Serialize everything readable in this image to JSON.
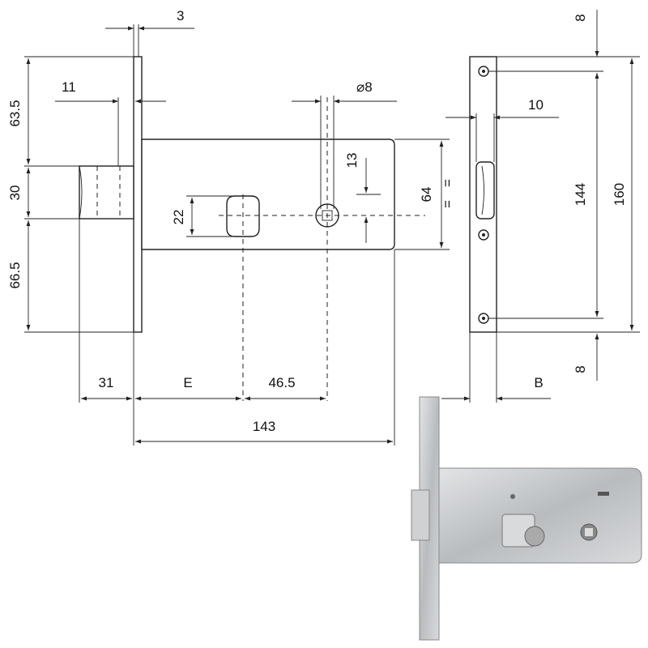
{
  "title": "Mortise lock dimensional drawing",
  "dimensions": {
    "faceplate_thickness": "3",
    "latch_projection": "11",
    "top_to_latch": "63.5",
    "latch_height": "30",
    "latch_to_bottom": "66.5",
    "cylinder_hole": "22",
    "spindle_offset": "13",
    "spindle_square": "⌀8",
    "body_height": "64",
    "equal_mark": "=",
    "slot_width": "10",
    "top_margin": "8",
    "screw_spacing": "144",
    "faceplate_length": "160",
    "bottom_margin": "8",
    "latch_depth": "31",
    "backset": "E",
    "cylinder_to_spindle": "46.5",
    "body_length": "143",
    "faceplate_width": "B"
  },
  "colors": {
    "line": "#222222",
    "steel": "#c9cbcd"
  }
}
